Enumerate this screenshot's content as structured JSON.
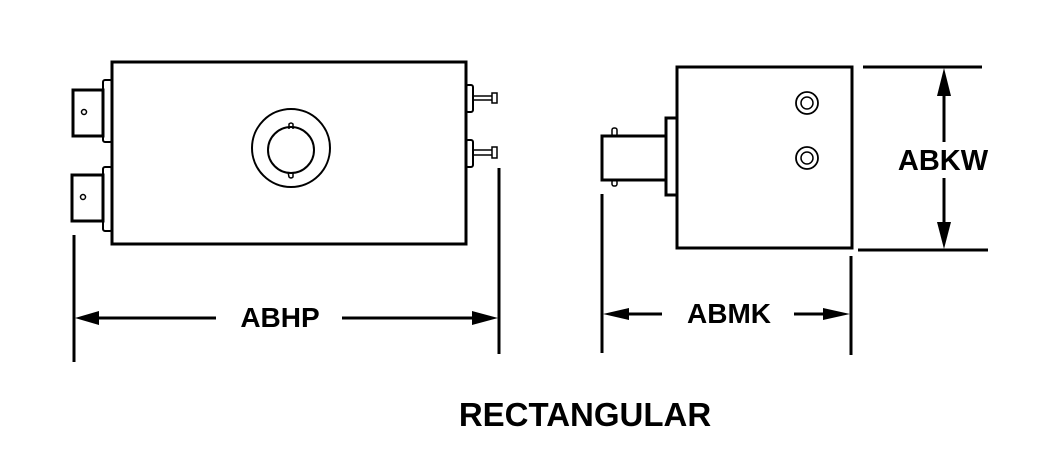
{
  "diagram": {
    "title": "RECTANGULAR",
    "dimensions": {
      "overall_length": "ABHP",
      "side_length": "ABMK",
      "height": "ABKW"
    },
    "views": [
      "front-view",
      "side-view"
    ],
    "colors": {
      "line": "#000000",
      "background": "#ffffff"
    }
  }
}
